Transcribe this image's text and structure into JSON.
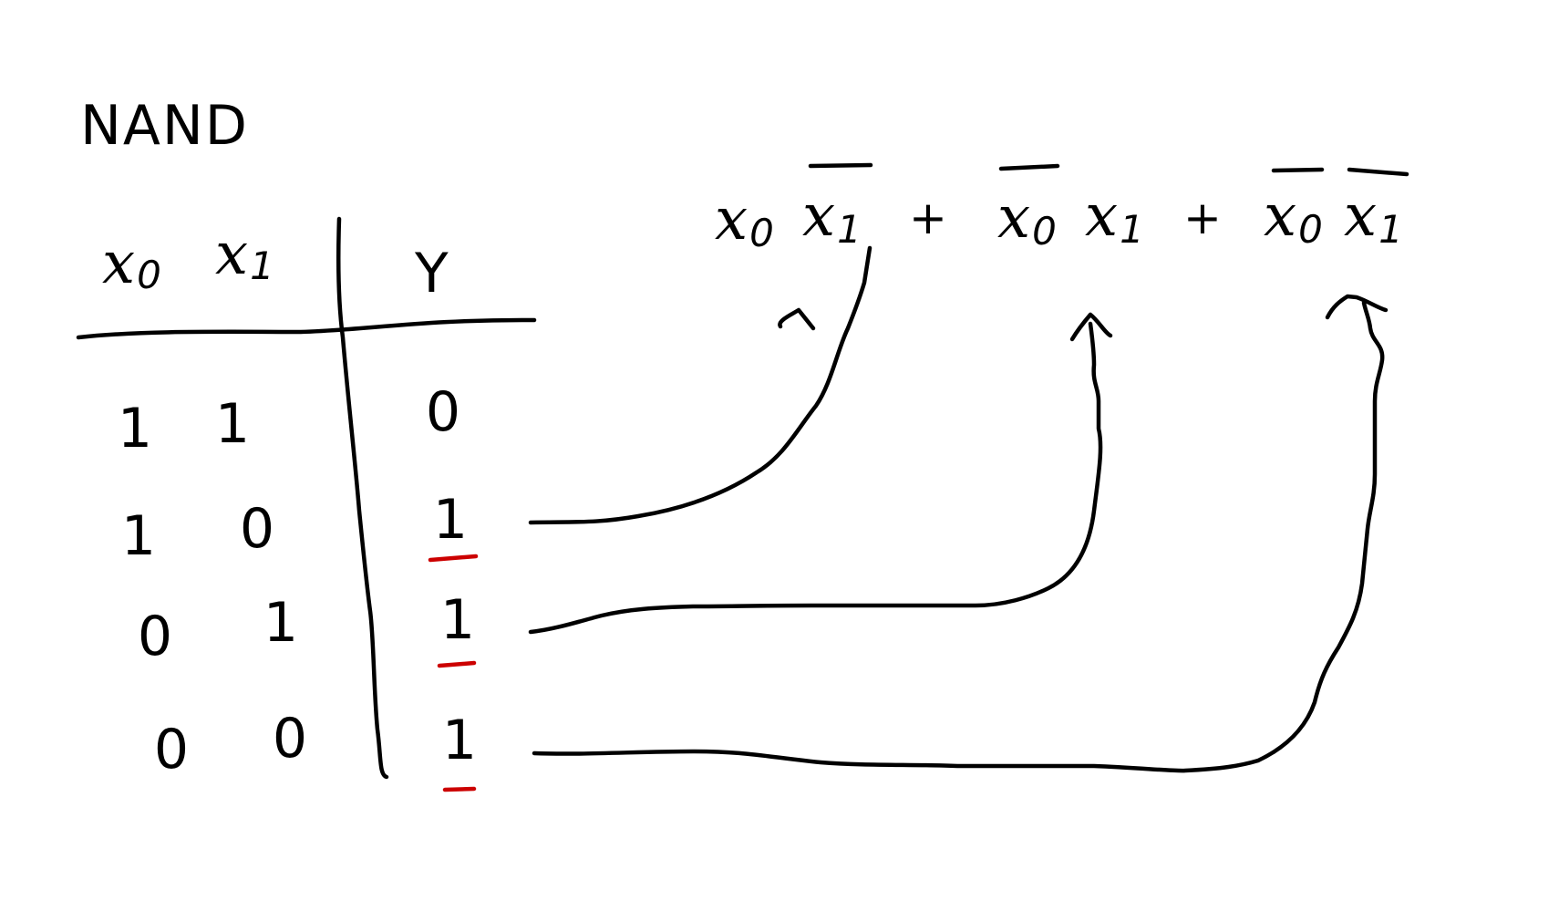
{
  "title": "NAND",
  "table": {
    "headers": {
      "x0_base": "x",
      "x0_sub": "0",
      "x1_base": "x",
      "x1_sub": "1",
      "y": "Y"
    },
    "rows": [
      {
        "x0": "1",
        "x1": "1",
        "y": "0",
        "marked": false
      },
      {
        "x0": "1",
        "x1": "0",
        "y": "1",
        "marked": true
      },
      {
        "x0": "0",
        "x1": "1",
        "y": "1",
        "marked": true
      },
      {
        "x0": "0",
        "x1": "0",
        "y": "1",
        "marked": true
      }
    ]
  },
  "expression": {
    "terms": [
      {
        "a_base": "x",
        "a_sub": "0",
        "b_base": "x",
        "b_sub": "1"
      },
      {
        "a_base": "x",
        "a_sub": "0",
        "b_base": "x",
        "b_sub": "1"
      },
      {
        "a_base": "x",
        "a_sub": "0",
        "b_base": "x",
        "b_sub": "1"
      }
    ],
    "plus": "+"
  },
  "colors": {
    "ink": "#000000",
    "mark": "#cc0000"
  }
}
